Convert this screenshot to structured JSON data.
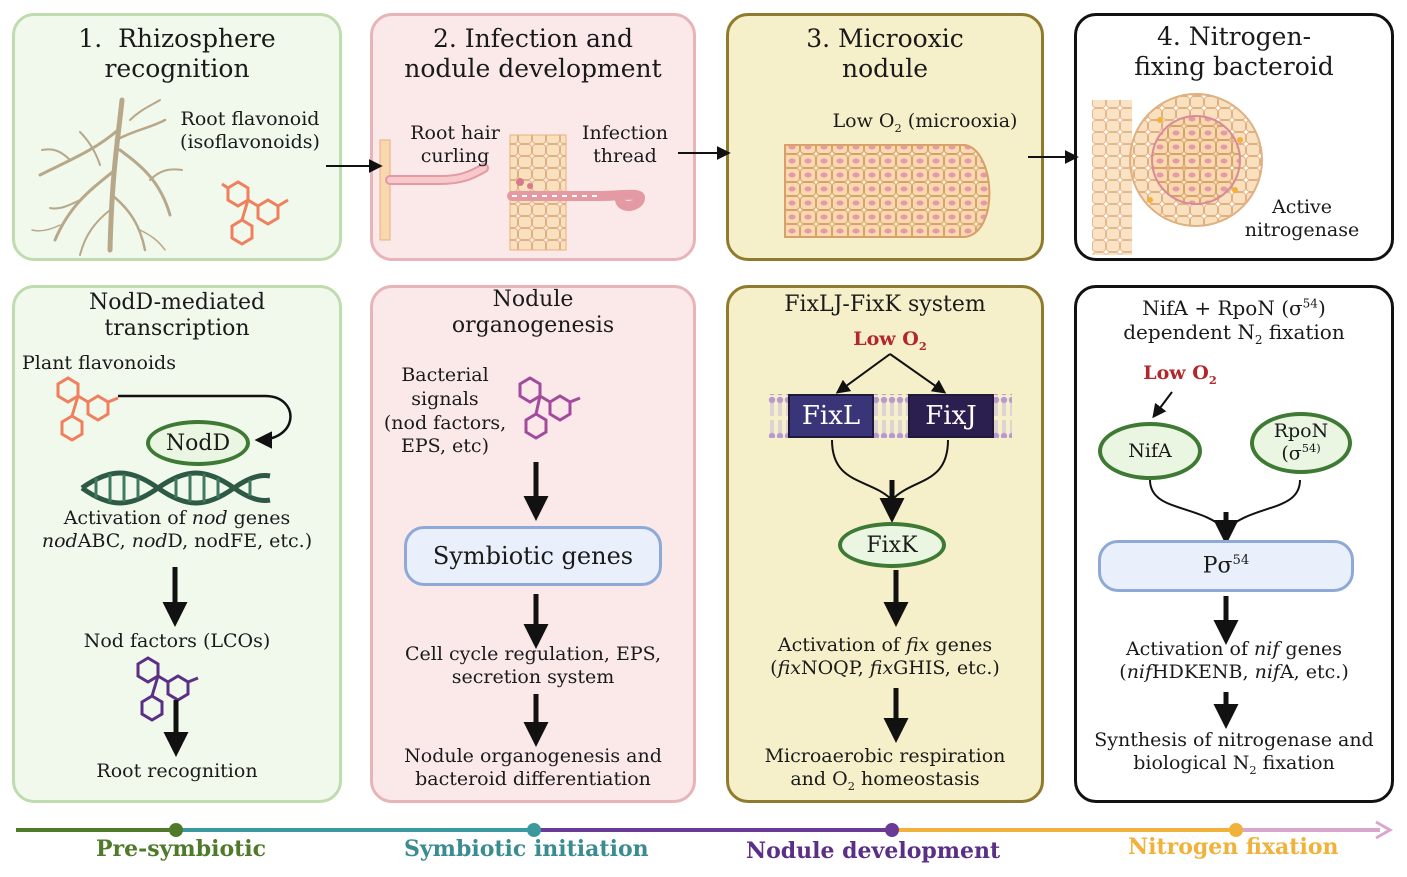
{
  "panels": {
    "p1": {
      "title_num": "1.",
      "title_line1": "Rhizosphere",
      "title_line2": "recognition",
      "label_line1": "Root flavonoid",
      "label_line2": "(isoflavonoids)"
    },
    "p2": {
      "title_line1": "2. Infection and",
      "title_line2": "nodule development",
      "root_hair_line1": "Root hair",
      "root_hair_line2": "curling",
      "infection_line1": "Infection",
      "infection_line2": "thread"
    },
    "p3": {
      "title_line1": "3. Microoxic",
      "title_line2": "nodule",
      "label_pre": "Low O",
      "label_sub": "2",
      "label_post": " (microoxia)"
    },
    "p4": {
      "title_line1": "4. Nitrogen-",
      "title_line2": "fixing bacteroid",
      "label_line1": "Active",
      "label_line2": "nitrogenase"
    }
  },
  "b1": {
    "title_line1": "NodD-mediated",
    "title_line2": "transcription",
    "plant_flavonoids": "Plant flavonoids",
    "nodd": "NodD",
    "activation_pre": "Activation of ",
    "activation_em": "nod",
    "activation_post": " genes",
    "genes_em1": "nod",
    "genes_txt1": "ABC, ",
    "genes_em2": "nod",
    "genes_txt2": "D, nodFE, etc.)",
    "nod_factors": "Nod factors (LCOs)",
    "root_recognition": "Root recognition"
  },
  "b2": {
    "title_line1": "Nodule",
    "title_line2": "organogenesis",
    "signals_line1": "Bacterial",
    "signals_line2": "signals",
    "signals_line3": "(nod factors,",
    "signals_line4": "EPS, etc)",
    "symbiotic_genes": "Symbiotic genes",
    "cell_cycle_line1": "Cell cycle regulation, EPS,",
    "cell_cycle_line2": "secretion system",
    "nodule_line1": "Nodule organogenesis and",
    "nodule_line2": "bacteroid differentiation"
  },
  "b3": {
    "title": "FixLJ-FixK system",
    "low_o2": "Low O",
    "low_o2_sub": "2",
    "fixl": "FixL",
    "fixj": "FixJ",
    "fixk": "FixK",
    "activation_pre": "Activation of ",
    "activation_em": "fix",
    "activation_post": " genes",
    "genes_em1": "fix",
    "genes_txt1": "NOQP, ",
    "genes_em2": "fix",
    "genes_txt2": "GHIS, etc.)",
    "resp_line1": "Microaerobic respiration",
    "resp_line2_pre": "and O",
    "resp_line2_sub": "2",
    "resp_line2_post": " homeostasis"
  },
  "b4": {
    "title_line1": "NifA + RpoN (σ",
    "title_line1_sup": "54",
    "title_line1_post": ")",
    "title_line2_pre": "dependent N",
    "title_line2_sub": "2",
    "title_line2_post": " fixation",
    "low_o2": "Low O",
    "low_o2_sub": "2",
    "nifa": "NifA",
    "rpon_line1": "RpoN",
    "rpon_line2": "(σ",
    "rpon_sup": "54)",
    "psigma": "Pσ",
    "psigma_sup": "54",
    "activation_pre": "Activation of ",
    "activation_em": "nif",
    "activation_post": " genes",
    "genes_em1": "nif",
    "genes_txt1": "HDKENB, ",
    "genes_em2": "nif",
    "genes_txt2": "A, etc.)",
    "synth_line1": "Synthesis of nitrogenase and",
    "synth_line2_pre": "biological N",
    "synth_line2_sub": "2",
    "synth_line2_post": " fixation"
  },
  "timeline": {
    "stages": [
      {
        "label": "Pre-symbiotic",
        "color": "#4f7a2a"
      },
      {
        "label": "Symbiotic initiation",
        "color": "#3b8c91"
      },
      {
        "label": "Nodule development",
        "color": "#5b2f86"
      },
      {
        "label": "Nitrogen fixation",
        "color": "#f0b23a"
      }
    ]
  },
  "colors": {
    "green": "#3e7a34",
    "red": "#b3262a",
    "fix_box_1": "#3a3478",
    "fix_box_2": "#2b1f4f"
  }
}
